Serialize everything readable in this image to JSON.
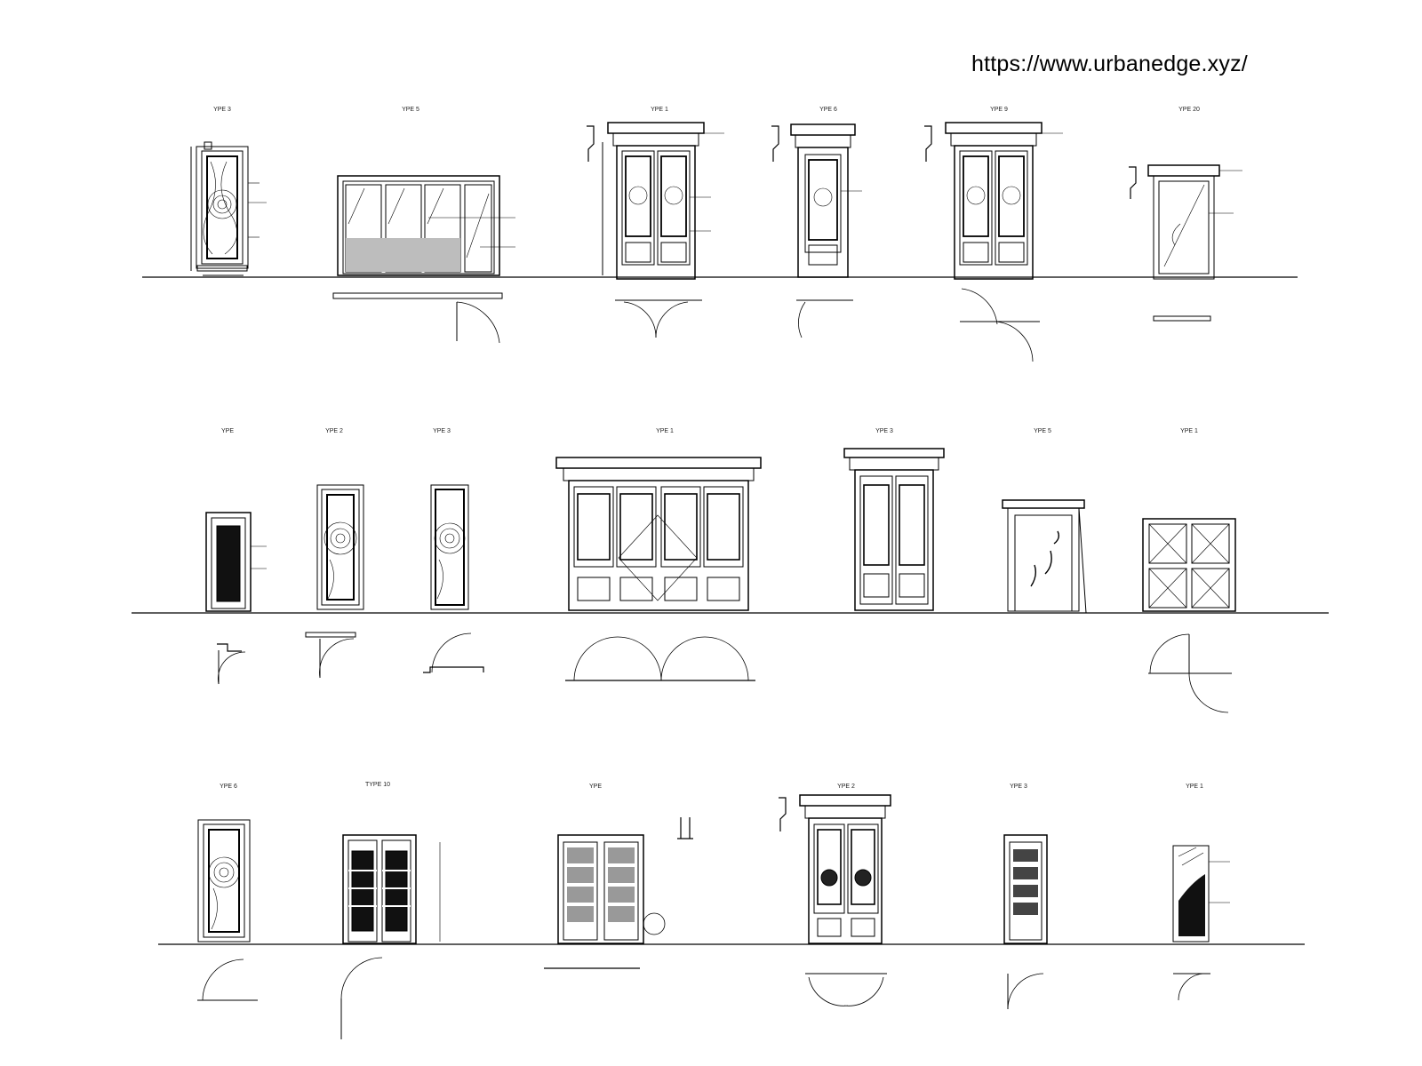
{
  "watermark": {
    "url": "https://www.urbanedge.xyz/"
  },
  "rows": [
    {
      "types": [
        "YPE 3",
        "YPE 5",
        "YPE 1",
        "YPE 6",
        "YPE 9",
        "YPE 20"
      ]
    },
    {
      "types": [
        "YPE",
        "YPE 2",
        "YPE 3",
        "YPE 1",
        "YPE 3",
        "YPE 5",
        "YPE 1"
      ]
    },
    {
      "types": [
        "YPE 6",
        "TYPE 10",
        "YPE",
        "YPE 2",
        "YPE 3",
        "YPE 1"
      ]
    }
  ]
}
